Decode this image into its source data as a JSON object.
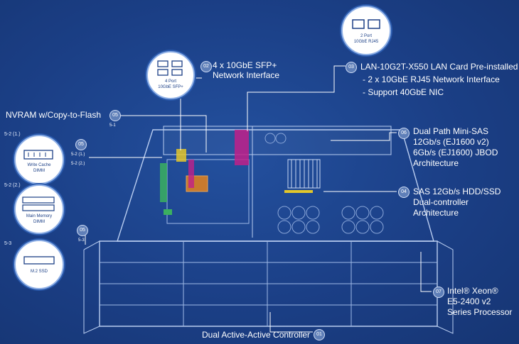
{
  "callouts": {
    "sfp": {
      "num": "02",
      "line1": "4 x 10GbE SFP+",
      "line2": "Network Interface",
      "icon_caption1": "4 Port",
      "icon_caption2": "10GbE SFP+"
    },
    "lan": {
      "num": "03",
      "line1": "LAN-10G2T-X550 LAN Card Pre-installed",
      "line2": "- 2 x 10GbE RJ45 Network Interface",
      "line3": "- Support 40GbE NIC",
      "icon_caption1": "2 Port",
      "icon_caption2": "10GbE RJ45"
    },
    "nvram": {
      "num": "05",
      "text": "NVRAM w/Copy-to-Flash",
      "sub": "5-1"
    },
    "memory": {
      "num": "05",
      "sub1": "5-2 (1.)",
      "sub2": "5-2 (2.)"
    },
    "m2": {
      "num": "05",
      "sub": "5-3"
    },
    "sas_path": {
      "num": "06",
      "line1": "Dual Path Mini-SAS",
      "line2": "12Gb/s (EJ1600 v2)",
      "line3": "6Gb/s (EJ1600) JBOD",
      "line4": "Architecture"
    },
    "sas_hdd": {
      "num": "04",
      "line1": "SAS 12Gb/s HDD/SSD",
      "line2": "Dual-controller",
      "line3": "Architecture"
    },
    "cpu": {
      "num": "07",
      "line1": "Intel® Xeon®",
      "line2": "E5-2400 v2",
      "line3": "Series Processor"
    },
    "controller": {
      "num": "01",
      "text": "Dual Active-Active Controller"
    }
  },
  "left_panel": {
    "write_cache": {
      "tag": "5-2 (1.)",
      "caption1": "Write Cache",
      "caption2": "DIMM"
    },
    "main_memory": {
      "tag": "5-2 (2.)",
      "caption1": "Main Memory",
      "caption2": "DIMM"
    },
    "m2_ssd": {
      "tag": "5-3",
      "caption": "M.2 SSD"
    }
  },
  "colors": {
    "background": "#1b3f86",
    "line": "#ffffff",
    "accent_magenta": "#c0208a",
    "accent_green": "#3bb060",
    "accent_yellow": "#e3c72a",
    "badge": "#5f7fb8"
  }
}
